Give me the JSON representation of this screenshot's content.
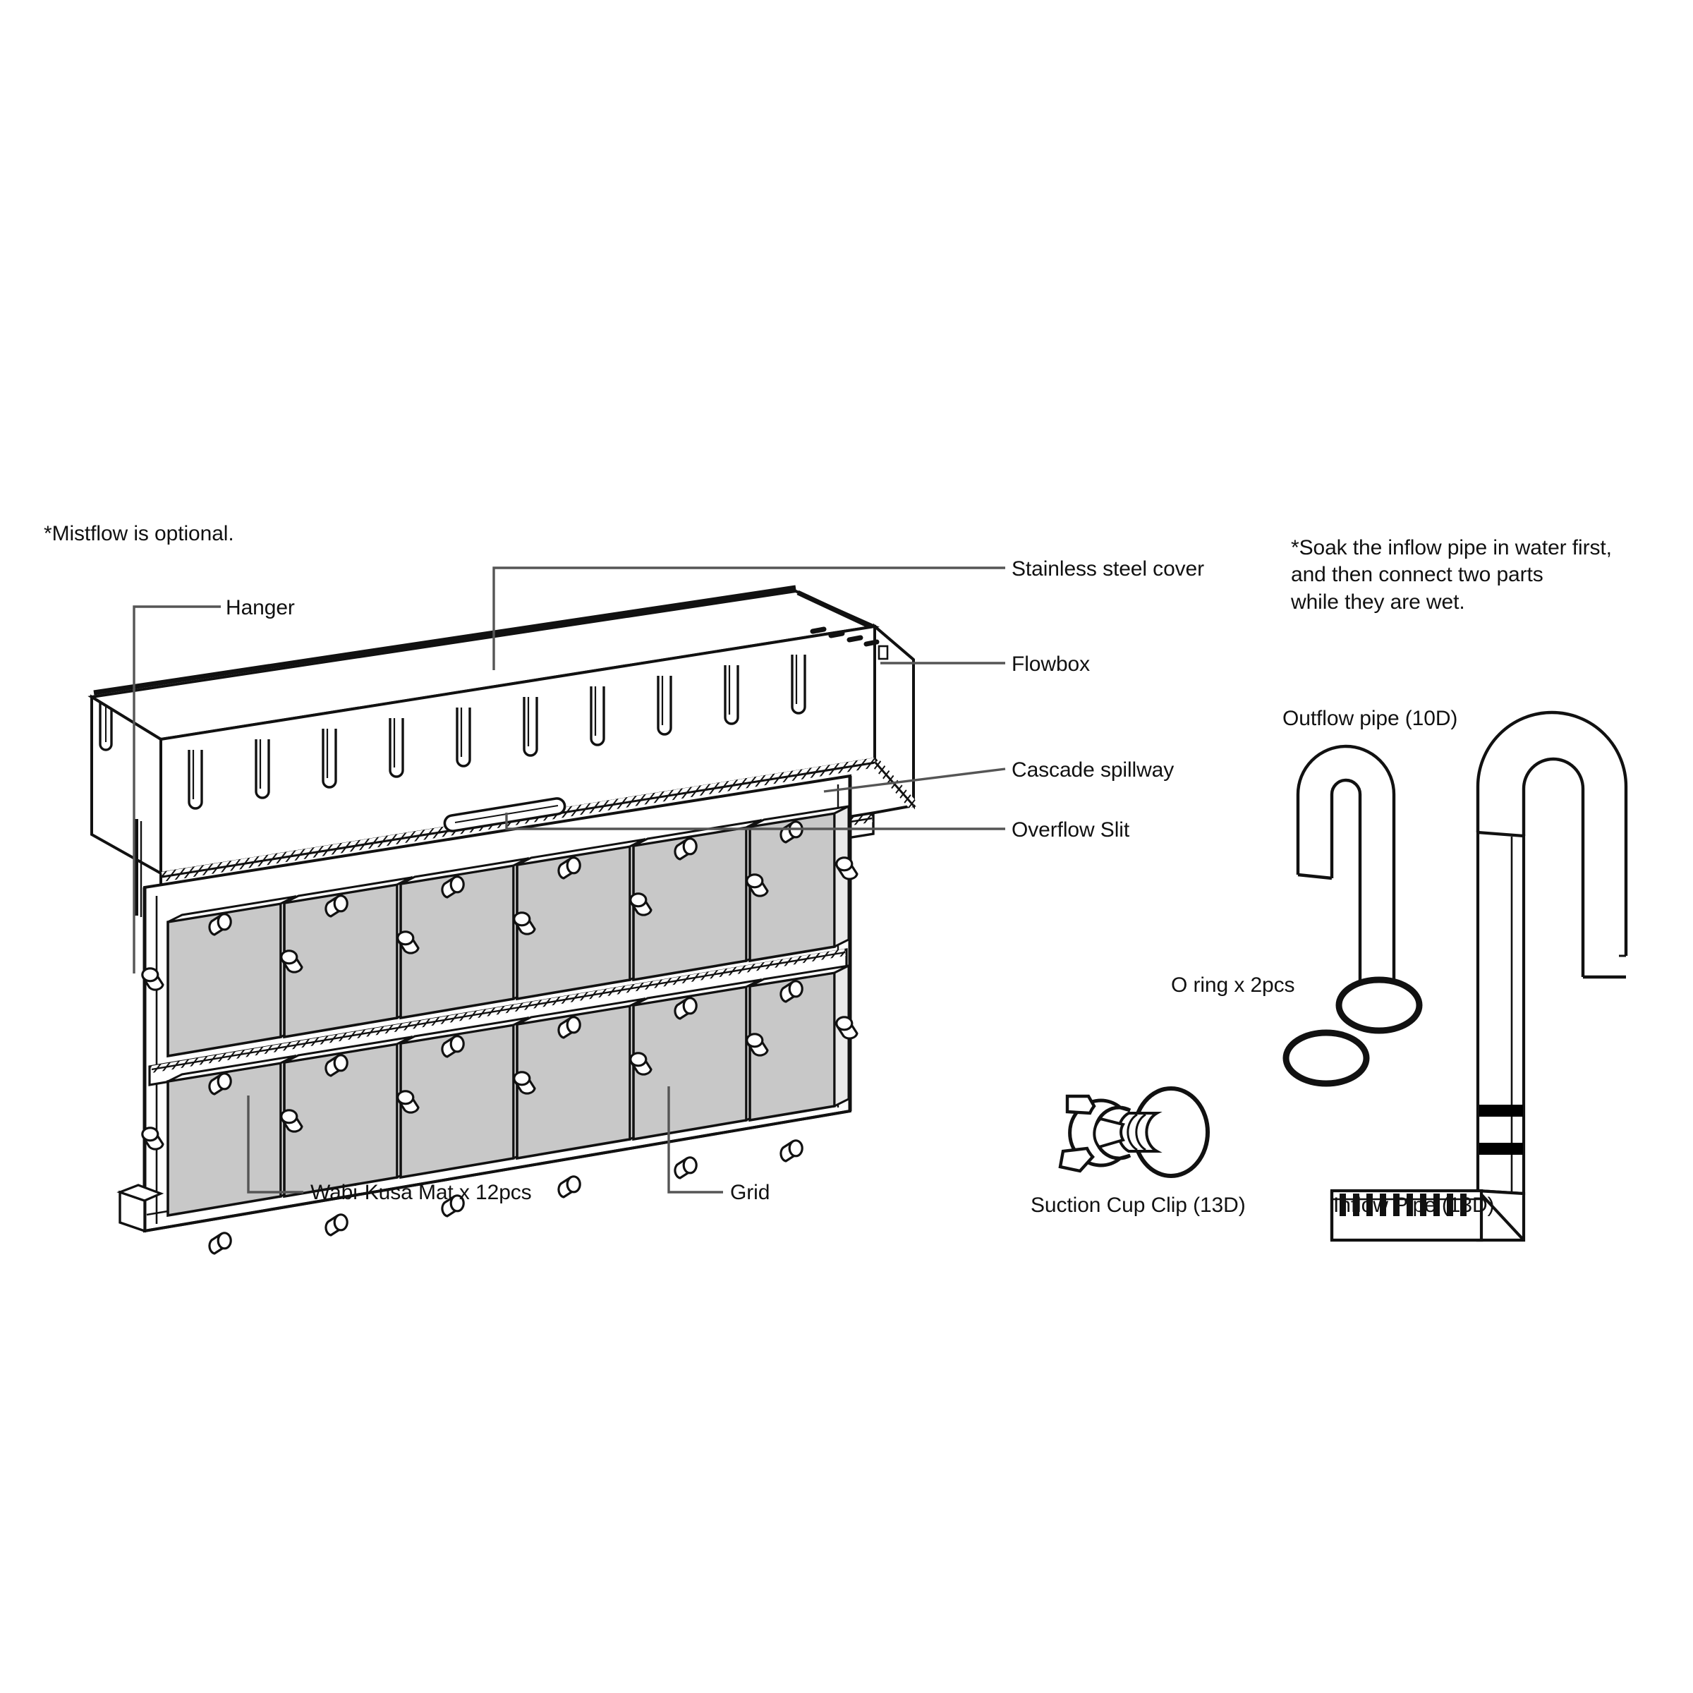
{
  "diagram": {
    "title_note_left": "*Mistflow is optional.",
    "note_right": "*Soak the inflow pipe in water first,\n  and then connect two parts\n  while they are wet.",
    "callouts": [
      {
        "id": "hanger",
        "label": "Hanger"
      },
      {
        "id": "stainless-steel-cover",
        "label": "Stainless steel cover"
      },
      {
        "id": "flowbox",
        "label": "Flowbox"
      },
      {
        "id": "cascade-spillway",
        "label": "Cascade spillway"
      },
      {
        "id": "overflow-slit",
        "label": "Overflow Slit"
      },
      {
        "id": "wabi-kusa-mat",
        "label": "Wabi-Kusa Mat x 12pcs"
      },
      {
        "id": "grid",
        "label": "Grid"
      }
    ],
    "parts": [
      {
        "id": "outflow-pipe",
        "label": "Outflow pipe (10D)"
      },
      {
        "id": "o-ring",
        "label": "O ring x 2pcs"
      },
      {
        "id": "suction-cup-clip",
        "label": "Suction Cup Clip (13D)"
      },
      {
        "id": "inflow-pipe",
        "label": "Inflow Pipe (13D)"
      }
    ],
    "mat_grid": {
      "rows": 2,
      "cols": 6,
      "total": 12
    },
    "colors": {
      "mat_fill": "#c8c8c8",
      "stroke": "#111111",
      "background": "#ffffff",
      "band": "#000000"
    }
  }
}
